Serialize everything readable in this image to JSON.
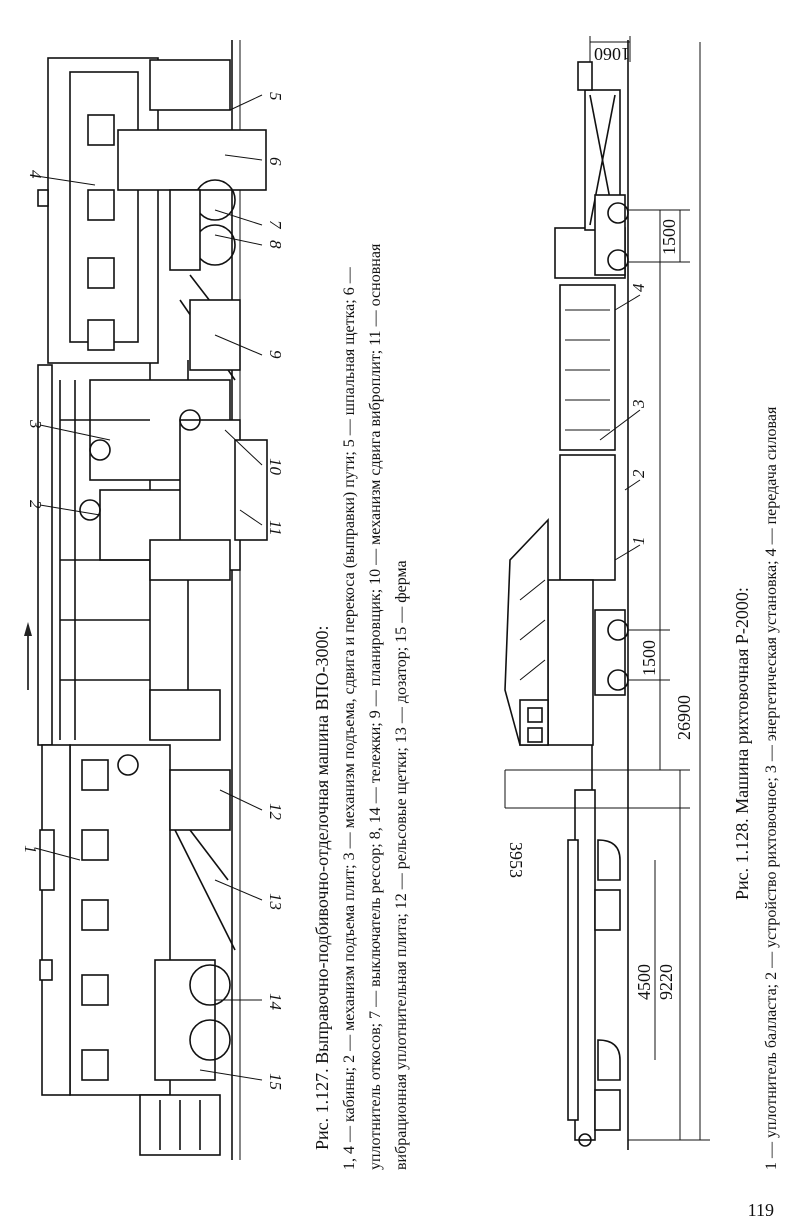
{
  "page_number": "119",
  "fig127": {
    "caption": "Рис. 1.127. Выправочно-подбивочно-отделочная машина ВПО-3000:",
    "legend_line1": "1, 4 — кабины; 2 — механизм подъема плит; 3 — механизм подъема, сдвига и перекоса (выправки) пути; 5 — шпальная щетка; 6 —",
    "legend_line2": "уплотнитель откосов; 7 — выключатель рессор; 8, 14 — тележки; 9 — планировщик; 10 — механизм сдвига виброплит; 11 — основная",
    "legend_line3": "вибрационная уплотнительная плита; 12 — рельсовые щетки; 13 — дозатор; 15 — ферма",
    "labels": [
      "1",
      "2",
      "3",
      "4",
      "5",
      "6",
      "7",
      "8",
      "9",
      "10",
      "11",
      "12",
      "13",
      "14",
      "15"
    ]
  },
  "fig128": {
    "caption": "Рис. 1.128. Машина рихтовочная Р-2000:",
    "legend_line1": "1 — уплотнитель балласта; 2 — устройство рихтовочное; 3 — энергетическая установка; 4 — передача силовая",
    "labels": [
      "1",
      "2",
      "3",
      "4"
    ],
    "dimensions": {
      "d1060": "1060",
      "d1500a": "1500",
      "d1500b": "1500",
      "d26900": "26900",
      "d3953": "3953",
      "d4500": "4500",
      "d9220": "9220"
    }
  }
}
